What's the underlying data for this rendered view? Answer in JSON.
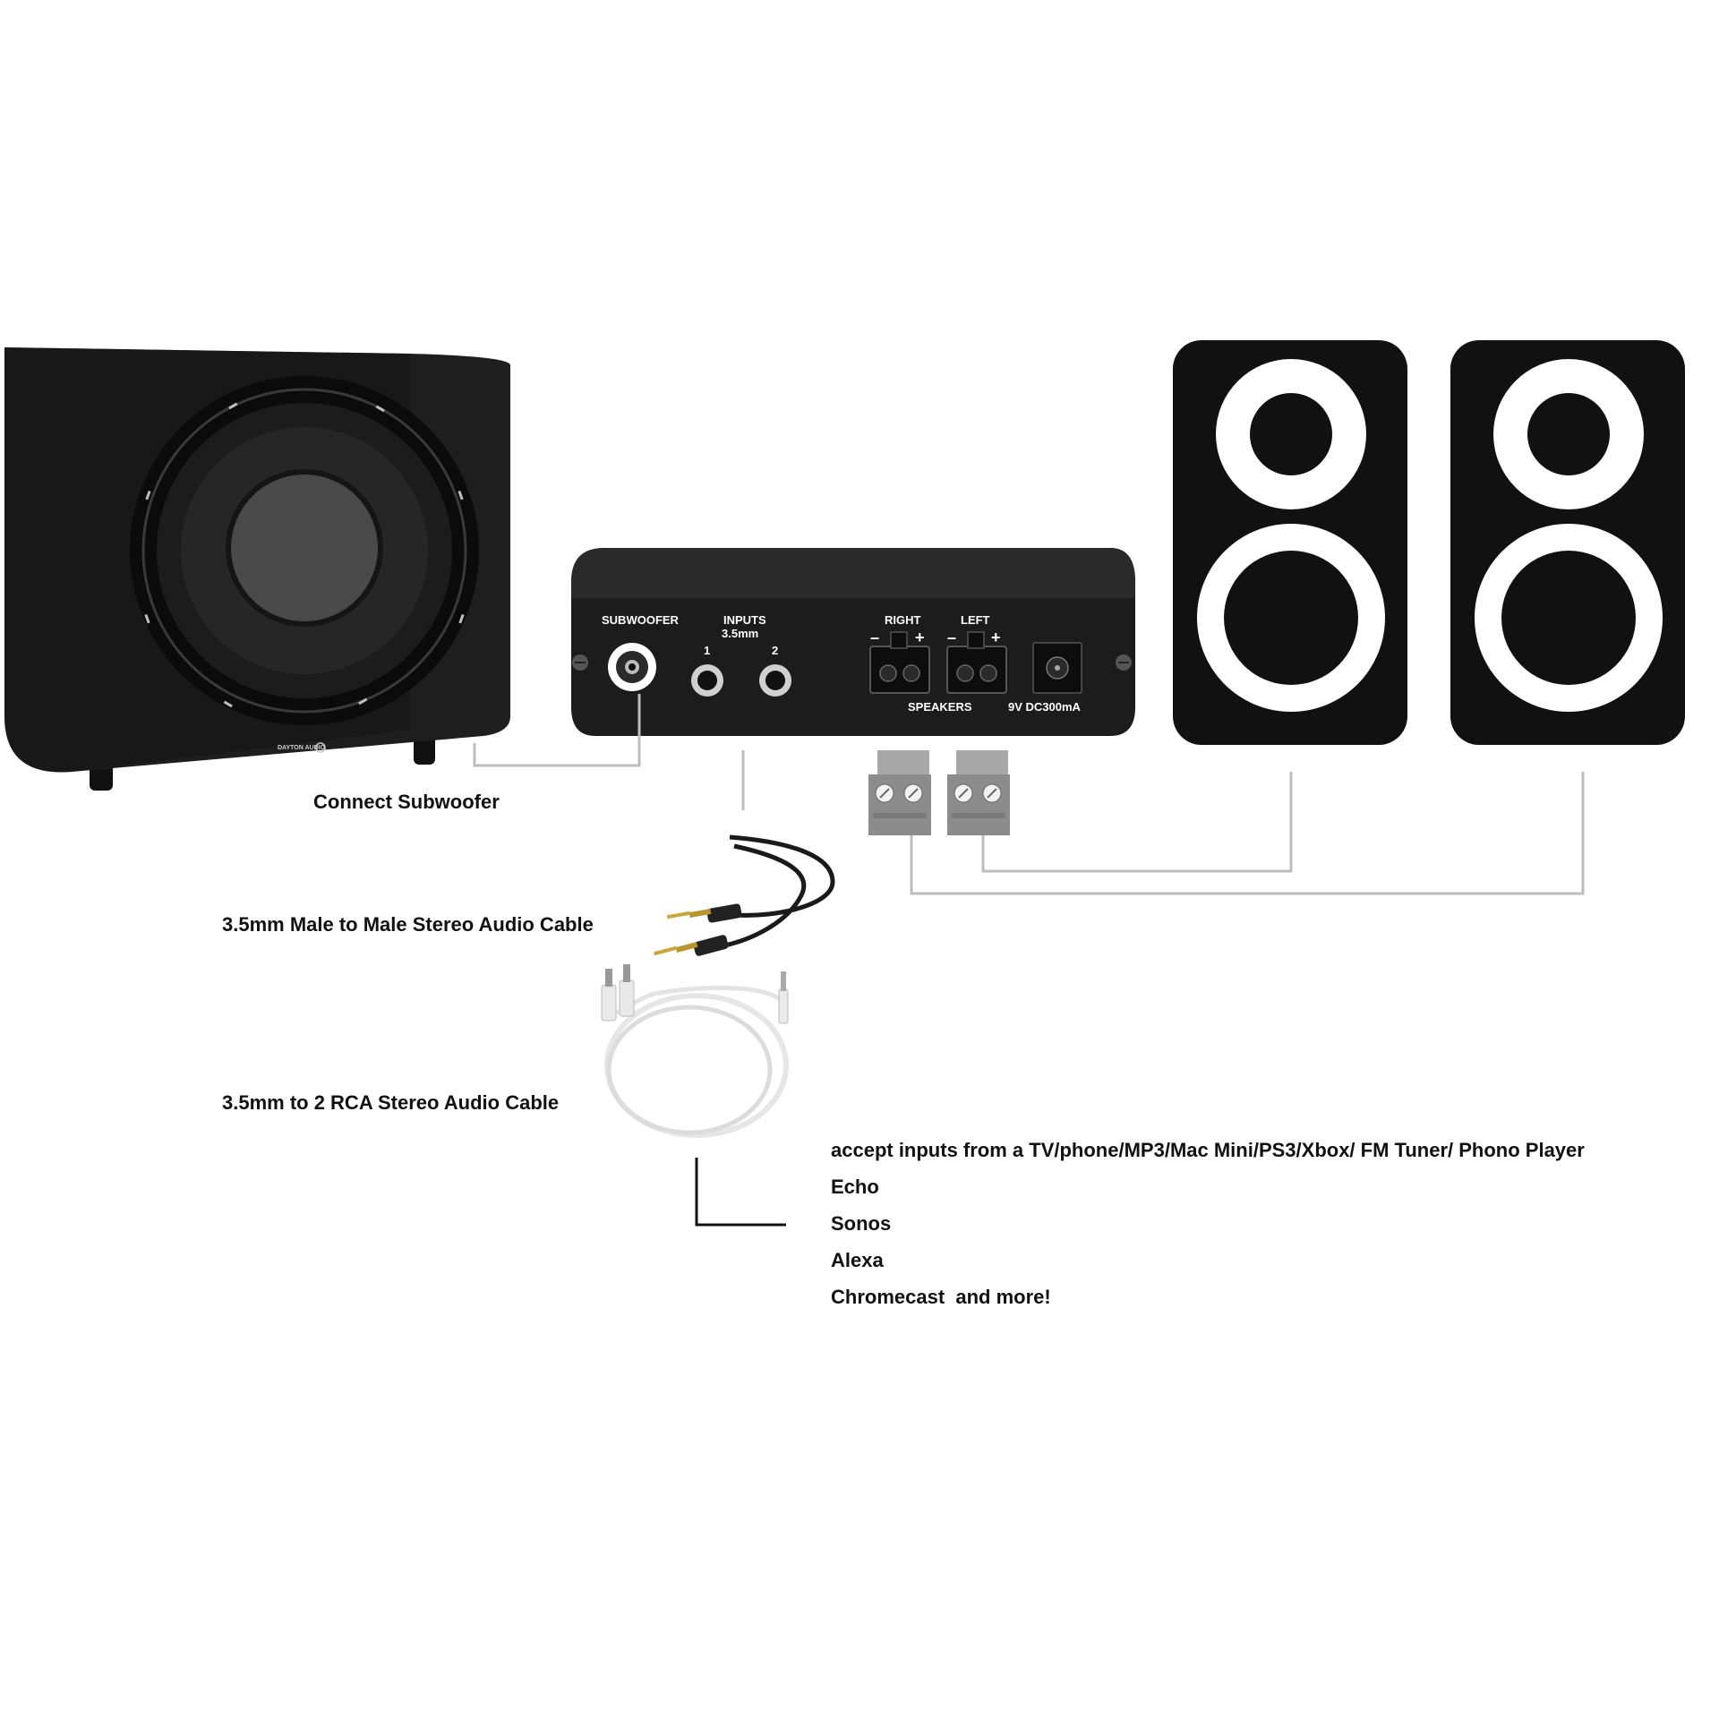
{
  "colors": {
    "background": "#ffffff",
    "device_black": "#1a1a1a",
    "connector_lines": "#bdbdbd",
    "terminal_gray": "#8c8c8c",
    "text": "#111111"
  },
  "subwoofer": {
    "caption": "Connect Subwoofer",
    "brand": "DAYTON AUDIO"
  },
  "amplifier": {
    "subwoofer_label": "SUBWOOFER",
    "inputs_label": "INPUTS",
    "inputs_size": "3.5mm",
    "input_1": "1",
    "input_2": "2",
    "right_label": "RIGHT",
    "left_label": "LEFT",
    "minus": "–",
    "plus": "+",
    "speakers_label": "SPEAKERS",
    "power_label": "9V DC300mA"
  },
  "cables": {
    "cable_male_male": "3.5mm Male to Male Stereo Audio Cable",
    "cable_rca": "3.5mm to 2 RCA Stereo Audio Cable"
  },
  "sources": {
    "items": [
      "accept inputs from a TV/phone/MP3/Mac Mini/PS3/Xbox/ FM Tuner/ Phono Player",
      "Echo",
      "Sonos",
      "Alexa",
      "Chromecast  and more!"
    ]
  }
}
